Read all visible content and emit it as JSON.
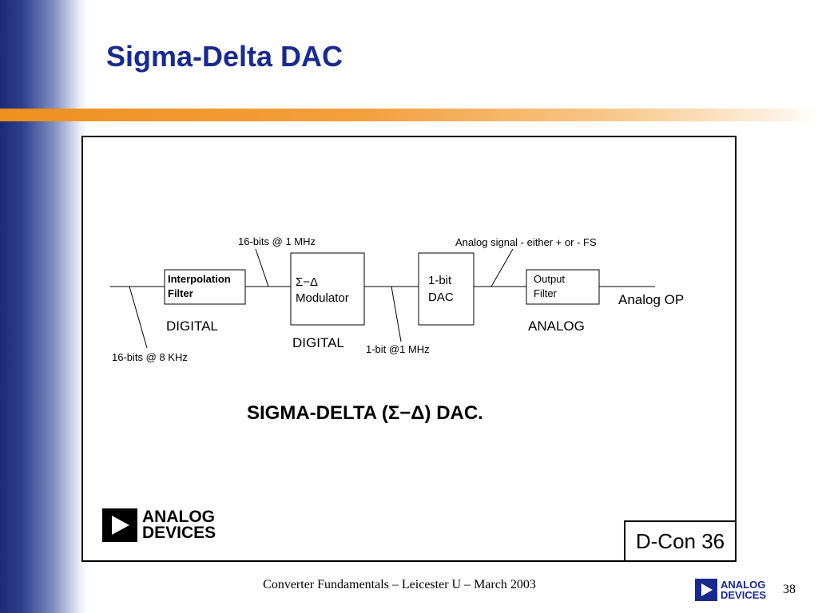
{
  "slide": {
    "title": "Sigma-Delta DAC",
    "footer": "Converter Fundamentals – Leicester U – March 2003",
    "page_number": "38"
  },
  "diagram": {
    "blocks": {
      "interp_line1": "Interpolation",
      "interp_line2": "Filter",
      "mod_line1": "Σ−Δ",
      "mod_line2": "Modulator",
      "dac_line1": "1-bit",
      "dac_line2": "DAC",
      "out_line1": "Output",
      "out_line2": "Filter"
    },
    "labels": {
      "bits_1mhz": "16-bits @ 1 MHz",
      "analog_signal": "Analog signal - either + or - FS",
      "bits_8khz": "16-bits @ 8 KHz",
      "bit_1mhz": "1-bit @1 MHz",
      "digital_1": "DIGITAL",
      "digital_2": "DIGITAL",
      "analog": "ANALOG",
      "analog_op": "Analog OP"
    },
    "caption": "SIGMA-DELTA (Σ−Δ) DAC.",
    "code": "D-Con 36",
    "logo_line1": "ANALOG",
    "logo_line2": "DEVICES"
  },
  "footer_logo": {
    "line1": "ANALOG",
    "line2": "DEVICES"
  }
}
